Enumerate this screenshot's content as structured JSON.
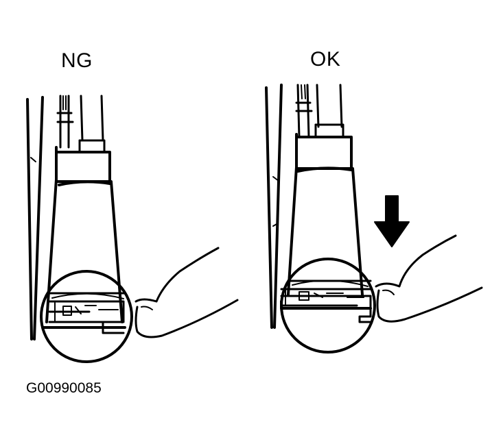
{
  "labels": {
    "ng": "NG",
    "ok": "OK"
  },
  "figure_id": "G00990085",
  "colors": {
    "ink": "#000000",
    "paper": "#ffffff"
  },
  "icons": {
    "arrow": "down-arrow-icon"
  }
}
